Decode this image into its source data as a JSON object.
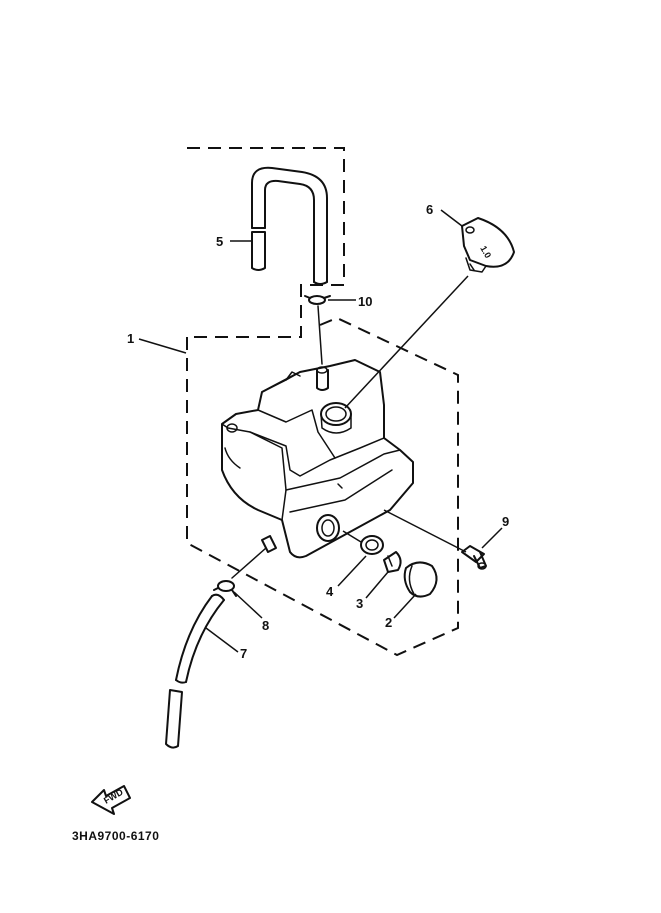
{
  "diagram": {
    "part_labels": {
      "p1": "1",
      "p2": "2",
      "p3": "3",
      "p4": "4",
      "p5": "5",
      "p6": "6",
      "p7": "7",
      "p8": "8",
      "p9": "9",
      "p10": "10"
    },
    "fwd_label": "FWD",
    "drawing_code": "3HA9700-6170"
  }
}
